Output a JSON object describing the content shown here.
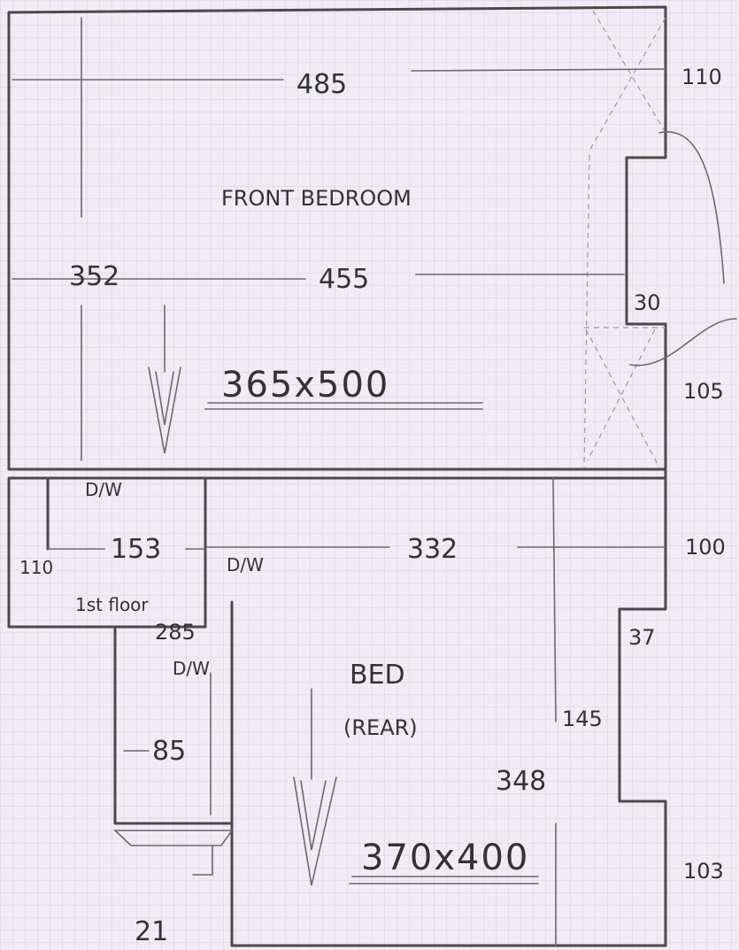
{
  "rooms": {
    "front": {
      "name": "FRONT BEDROOM",
      "size": "365x500"
    },
    "rear": {
      "name": "BED",
      "name2": "(REAR)",
      "size": "370x400"
    }
  },
  "labels": {
    "landing": "1st floor",
    "door_a": "D/W",
    "door_b": "D/W",
    "door_c": "D/W"
  },
  "dims": {
    "d485": "485",
    "d455": "455",
    "d352": "352",
    "d110_top": "110",
    "d30": "30",
    "d105": "105",
    "d100": "100",
    "d153": "153",
    "d110_left": "110",
    "d332": "332",
    "d285": "285",
    "d37": "37",
    "d145": "145",
    "d348": "348",
    "d85": "85",
    "d103": "103",
    "d21": "21"
  },
  "colors": {
    "paper": "#f1ecf3",
    "grid": "#cfc6de",
    "ink": "#4a4a4a"
  }
}
